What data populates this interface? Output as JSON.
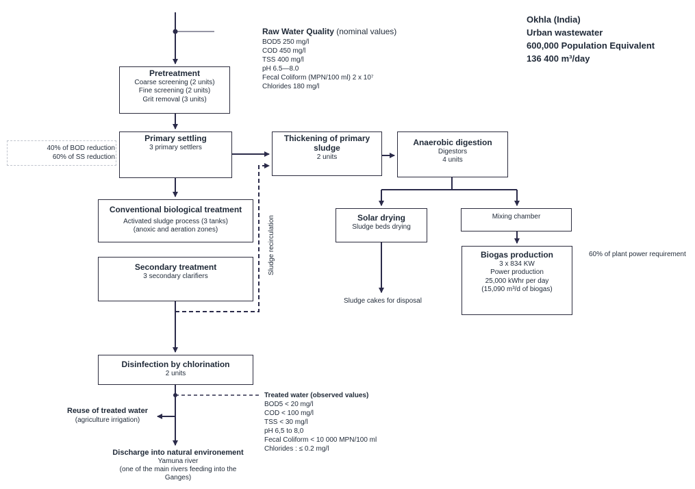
{
  "header": {
    "location": "Okhla (India)",
    "type": "Urban wastewater",
    "population": "600,000 Population Equivalent",
    "flow": "136 400 m³/day"
  },
  "raw_water": {
    "title": "Raw Water Quality",
    "subtitle": "(nominal values)",
    "lines": [
      "BOD5  250 mg/l",
      "COD  450 mg/l",
      "TSS 400 mg/l",
      "pH 6.5—8.0",
      "Fecal Coliform (MPN/100 ml) 2 x 10⁷",
      "Chlorides 180 mg/l"
    ]
  },
  "pretreatment": {
    "title": "Pretreatment",
    "lines": [
      "Coarse screening (2 units)",
      "Fine screening (2 units)",
      "Grit removal (3 units)"
    ]
  },
  "primary_settling": {
    "title": "Primary settling",
    "lines": [
      "3 primary settlers"
    ]
  },
  "reduction_note": {
    "lines": [
      "40% of BOD reduction",
      "60% of SS reduction"
    ]
  },
  "thickening": {
    "title": "Thickening of primary sludge",
    "lines": [
      "2 units"
    ]
  },
  "anaerobic": {
    "title": "Anaerobic digestion",
    "lines": [
      "Digestors",
      "4 units"
    ]
  },
  "conventional": {
    "title": "Conventional biological treatment",
    "lines": [
      "Activated sludge process (3 tanks)",
      "(anoxic and aeration zones)"
    ]
  },
  "secondary": {
    "title": "Secondary treatment",
    "lines": [
      "3 secondary clarifiers"
    ]
  },
  "recirculation_label": "Sludge recirculation",
  "solar": {
    "title": "Solar drying",
    "lines": [
      "Sludge beds drying"
    ]
  },
  "mixing": {
    "label": "Mixing chamber"
  },
  "biogas": {
    "title": "Biogas production",
    "lines": [
      "3 x 834 KW",
      "Power production",
      "25,000 kWhr per day",
      "(15,090 m³/d of biogas)"
    ]
  },
  "power_note": "60% of plant power requirement",
  "sludge_disposal": "Sludge cakes for disposal",
  "disinfection": {
    "title": "Disinfection by chlorination",
    "lines": [
      "2 units"
    ]
  },
  "treated_water": {
    "title": "Treated water (observed values)",
    "lines": [
      "BOD5 < 20 mg/l",
      "COD < 100 mg/l",
      "TSS < 30 mg/l",
      "pH 6,5 to 8,0",
      "Fecal Coliform < 10 000 MPN/100 ml",
      "Chlorides : ≤ 0.2 mg/l"
    ]
  },
  "reuse": {
    "title": "Reuse of treated water",
    "sub": "(agriculture irrigation)"
  },
  "discharge": {
    "title": "Discharge into natural environement",
    "lines": [
      "Yamuna river",
      "(one of the main rivers feeding into the",
      "Ganges)"
    ]
  },
  "colors": {
    "line": "#2b2b4a",
    "box_border": "#2b2b3d"
  }
}
